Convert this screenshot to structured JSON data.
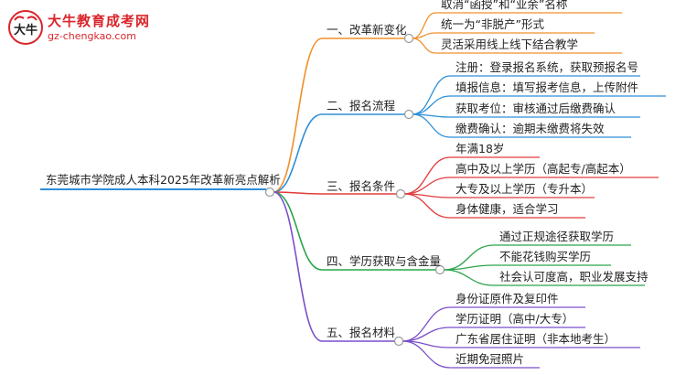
{
  "logo": {
    "title": "大牛教育成考网",
    "url": "gz-chengkao.com",
    "mark_text": "大牛"
  },
  "root": {
    "label": "东莞城市学院成人本科2025年改革新亮点解析"
  },
  "branches": [
    {
      "label": "一、改革新变化",
      "color": "#f0902a",
      "children": [
        "取消“函授”和“业余”名称",
        "统一为“非脱产”形式",
        "灵活采用线上线下结合教学"
      ]
    },
    {
      "label": "二、报名流程",
      "color": "#2e8fd8",
      "children": [
        "注册：登录报名系统，获取预报名号",
        "填报信息：填写报考信息，上传附件",
        "获取考位：审核通过后缴费确认",
        "缴费确认：逾期未缴费将失效"
      ]
    },
    {
      "label": "三、报名条件",
      "color": "#e23b3b",
      "children": [
        "年满18岁",
        "高中及以上学历（高起专/高起本）",
        "大专及以上学历（专升本）",
        "身体健康，适合学习"
      ]
    },
    {
      "label": "四、学历获取与含金量",
      "color": "#2aa44a",
      "children": [
        "通过正规途径获取学历",
        "不能花钱购买学历",
        "社会认可度高，职业发展支持"
      ]
    },
    {
      "label": "五、报名材料",
      "color": "#7a4fc9",
      "children": [
        "身份证原件及复印件",
        "学历证明（高中/大专）",
        "广东省居住证明（非本地考生）",
        "近期免冠照片"
      ]
    }
  ]
}
